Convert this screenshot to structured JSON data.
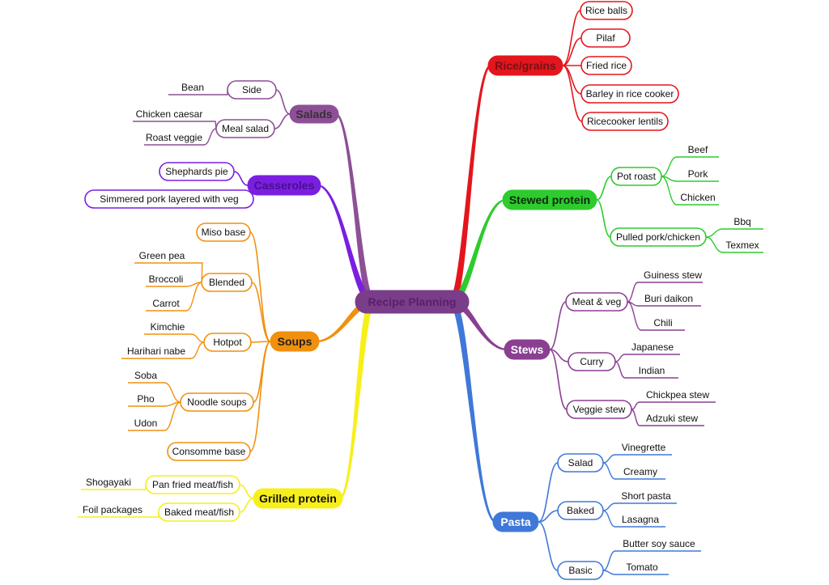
{
  "center": {
    "label": "Recipe Planning",
    "color": "#7a3d8a"
  },
  "branches": [
    {
      "key": "rice",
      "label": "Rice/grains",
      "color": "#e3161d",
      "text_color": "#7a1015",
      "children": [
        {
          "label": "Rice balls"
        },
        {
          "label": "Pilaf"
        },
        {
          "label": "Fried rice"
        },
        {
          "label": "Barley in rice cooker"
        },
        {
          "label": "Ricecooker lentils"
        }
      ]
    },
    {
      "key": "stewed",
      "label": "Stewed protein",
      "color": "#2ecb2e",
      "text_color": "#0a2a0a",
      "children": [
        {
          "label": "Pot roast",
          "children": [
            {
              "label": "Beef"
            },
            {
              "label": "Pork"
            },
            {
              "label": "Chicken"
            }
          ]
        },
        {
          "label": "Pulled pork/chicken",
          "children": [
            {
              "label": "Bbq"
            },
            {
              "label": "Texmex"
            }
          ]
        }
      ]
    },
    {
      "key": "stews",
      "label": "Stews",
      "color": "#8a3f91",
      "text_color": "#ffffff",
      "children": [
        {
          "label": "Meat & veg",
          "children": [
            {
              "label": "Guiness stew"
            },
            {
              "label": "Buri daikon"
            },
            {
              "label": "Chili"
            }
          ]
        },
        {
          "label": "Curry",
          "children": [
            {
              "label": "Japanese"
            },
            {
              "label": "Indian"
            }
          ]
        },
        {
          "label": "Veggie stew",
          "children": [
            {
              "label": "Chickpea stew"
            },
            {
              "label": "Adzuki stew"
            }
          ]
        }
      ]
    },
    {
      "key": "pasta",
      "label": "Pasta",
      "color": "#3f78d8",
      "text_color": "#ffffff",
      "children": [
        {
          "label": "Salad",
          "children": [
            {
              "label": "Vinegrette"
            },
            {
              "label": "Creamy"
            }
          ]
        },
        {
          "label": "Baked",
          "children": [
            {
              "label": "Short pasta"
            },
            {
              "label": "Lasagna"
            }
          ]
        },
        {
          "label": "Basic",
          "children": [
            {
              "label": "Butter soy sauce"
            },
            {
              "label": "Tomato"
            }
          ]
        }
      ]
    },
    {
      "key": "salads",
      "label": "Salads",
      "color": "#8d4f96",
      "text_color": "#333333",
      "children": [
        {
          "label": "Side",
          "children": [
            {
              "label": "Bean"
            }
          ]
        },
        {
          "label": "Meal salad",
          "children": [
            {
              "label": "Chicken caesar"
            },
            {
              "label": "Roast veggie"
            }
          ]
        }
      ]
    },
    {
      "key": "cass",
      "label": "Casseroles",
      "color": "#7a1fe0",
      "text_color": "#4a0f8f",
      "children": [
        {
          "label": "Shephards pie"
        },
        {
          "label": "Simmered pork layered with veg"
        }
      ]
    },
    {
      "key": "soups",
      "label": "Soups",
      "color": "#f0900e",
      "text_color": "#222222",
      "children": [
        {
          "label": "Miso base"
        },
        {
          "label": "Blended",
          "children": [
            {
              "label": "Green pea"
            },
            {
              "label": "Broccoli"
            },
            {
              "label": "Carrot"
            }
          ]
        },
        {
          "label": "Hotpot",
          "children": [
            {
              "label": "Kimchie"
            },
            {
              "label": "Harihari nabe"
            }
          ]
        },
        {
          "label": "Noodle soups",
          "children": [
            {
              "label": "Soba"
            },
            {
              "label": "Pho"
            },
            {
              "label": "Udon"
            }
          ]
        },
        {
          "label": "Consomme base"
        }
      ]
    },
    {
      "key": "grilled",
      "label": "Grilled protein",
      "color": "#f7ef1a",
      "text_color": "#111111",
      "children": [
        {
          "label": "Pan fried meat/fish",
          "children": [
            {
              "label": "Shogayaki"
            }
          ]
        },
        {
          "label": "Baked meat/fish",
          "children": [
            {
              "label": "Foil packages"
            }
          ]
        }
      ]
    }
  ]
}
